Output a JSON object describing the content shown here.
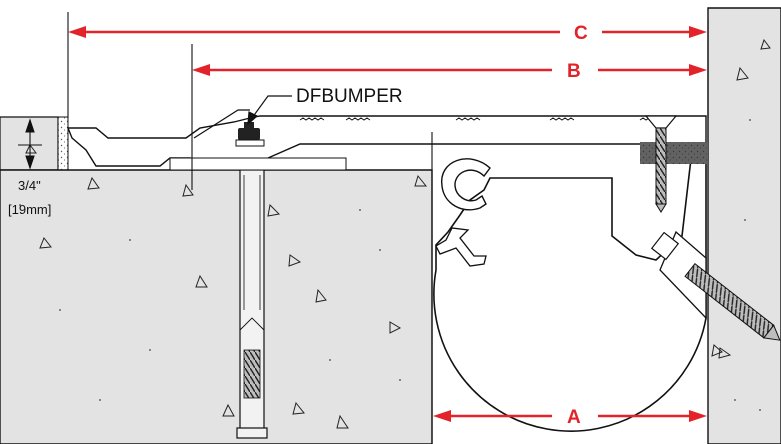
{
  "labels": {
    "dim_c": "C",
    "dim_b": "B",
    "dim_a": "A",
    "part_name": "DFBUMPER",
    "gap_imperial": "3/4\"",
    "gap_metric": "[19mm]"
  },
  "colors": {
    "dimension": "#e3232a",
    "concrete": "#e3e3e3",
    "line": "#111111",
    "gasket": "#2e2e2e"
  }
}
